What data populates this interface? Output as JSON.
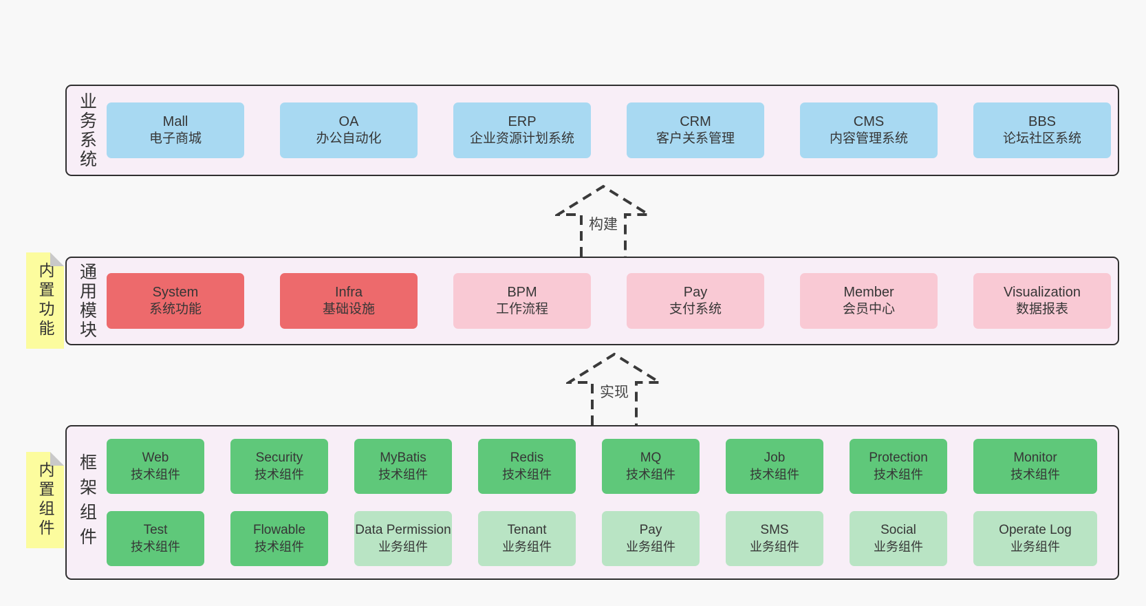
{
  "colors": {
    "page_bg": "#f8f8f8",
    "panel_bg": "#f8eef7",
    "panel_border": "#2f2f2f",
    "business_box": "#a8d9f2",
    "core_module_box": "#ed6a6c",
    "module_box": "#f9c9d4",
    "tech_component_box": "#5fc87a",
    "biz_component_box": "#b9e4c4",
    "sticky_bg": "#fcfc9e",
    "sticky_fold": "#c9c9c9",
    "text": "#363636"
  },
  "arrows": [
    {
      "label": "构建"
    },
    {
      "label": "实现"
    }
  ],
  "layers": [
    {
      "label": "业务系统",
      "boxes": [
        {
          "name": "Mall",
          "desc": "电子商城"
        },
        {
          "name": "OA",
          "desc": "办公自动化"
        },
        {
          "name": "ERP",
          "desc": "企业资源计划系统"
        },
        {
          "name": "CRM",
          "desc": "客户关系管理"
        },
        {
          "name": "CMS",
          "desc": "内容管理系统"
        },
        {
          "name": "BBS",
          "desc": "论坛社区系统"
        }
      ]
    },
    {
      "label": "通用模块",
      "sticky": "内置功能",
      "boxes": [
        {
          "name": "System",
          "desc": "系统功能"
        },
        {
          "name": "Infra",
          "desc": "基础设施"
        },
        {
          "name": "BPM",
          "desc": "工作流程"
        },
        {
          "name": "Pay",
          "desc": "支付系统"
        },
        {
          "name": "Member",
          "desc": "会员中心"
        },
        {
          "name": "Visualization",
          "desc": "数据报表"
        }
      ]
    },
    {
      "label": "框架组件",
      "sticky": "内置组件",
      "rows": [
        [
          {
            "name": "Web",
            "desc": "技术组件"
          },
          {
            "name": "Security",
            "desc": "技术组件"
          },
          {
            "name": "MyBatis",
            "desc": "技术组件"
          },
          {
            "name": "Redis",
            "desc": "技术组件"
          },
          {
            "name": "MQ",
            "desc": "技术组件"
          },
          {
            "name": "Job",
            "desc": "技术组件"
          },
          {
            "name": "Protection",
            "desc": "技术组件"
          },
          {
            "name": "Monitor",
            "desc": "技术组件"
          }
        ],
        [
          {
            "name": "Test",
            "desc": "技术组件"
          },
          {
            "name": "Flowable",
            "desc": "技术组件"
          },
          {
            "name": "Data Permission",
            "desc": "业务组件"
          },
          {
            "name": "Tenant",
            "desc": "业务组件"
          },
          {
            "name": "Pay",
            "desc": "业务组件"
          },
          {
            "name": "SMS",
            "desc": "业务组件"
          },
          {
            "name": "Social",
            "desc": "业务组件"
          },
          {
            "name": "Operate Log",
            "desc": "业务组件"
          }
        ]
      ]
    }
  ]
}
